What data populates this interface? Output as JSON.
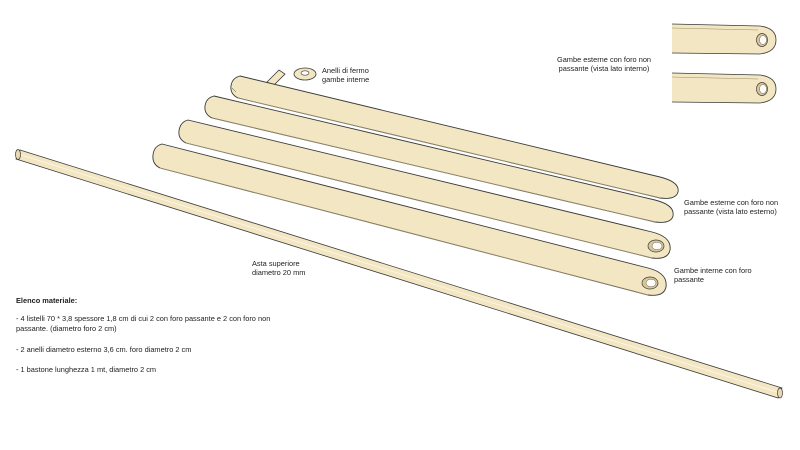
{
  "labels": {
    "inset": "Gambe esterne con foro non passante (vista lato interno)",
    "rings": "Anelli di fermo gambe interne",
    "outer_legs": "Gambe esterne con foro non passante (vista lato esterno)",
    "inner_legs": "Gambe interne con foro passante",
    "rod": "Asta superiore diametro 20 mm"
  },
  "materials": {
    "title": "Elenco materiale:",
    "items": [
      "- 4 listelli 70 * 3,8 spessore  1,8 cm di cui 2 con  foro passante e 2 con foro non passante. (diametro foro 2 cm)",
      "- 2 anelli diametro esterno 3,6 cm. foro diametro 2 cm",
      "- 1 bastone  lunghezza 1 mt, diametro 2 cm"
    ]
  },
  "colors": {
    "wood": "#f3e6c2",
    "wood_dark": "#d9c79a",
    "outline": "#3a3a3a"
  }
}
